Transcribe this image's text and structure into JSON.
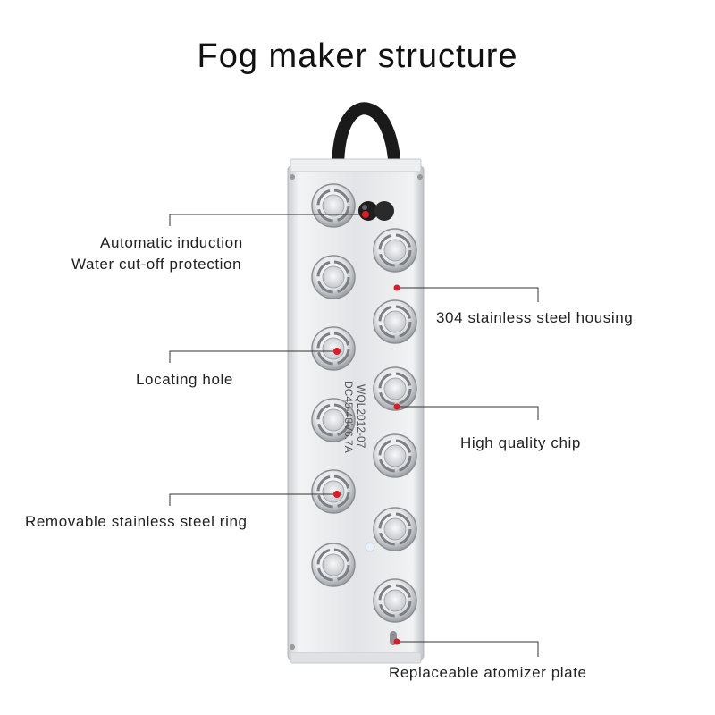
{
  "title": "Fog maker structure",
  "device": {
    "model_line1": "WQL2012-07",
    "model_line2": "DC45-48V6.7A"
  },
  "callouts": {
    "auto_induction": {
      "line1": "Automatic induction",
      "line2": "Water cut-off protection"
    },
    "housing": "304 stainless steel housing",
    "locating_hole": "Locating hole",
    "chip": "High quality chip",
    "ring": "Removable stainless steel ring",
    "plate": "Replaceable atomizer plate"
  },
  "colors": {
    "marker": "#e01b24",
    "leader_line": "#333333",
    "housing": "#d9dce0",
    "cable": "#1a1a1a"
  }
}
